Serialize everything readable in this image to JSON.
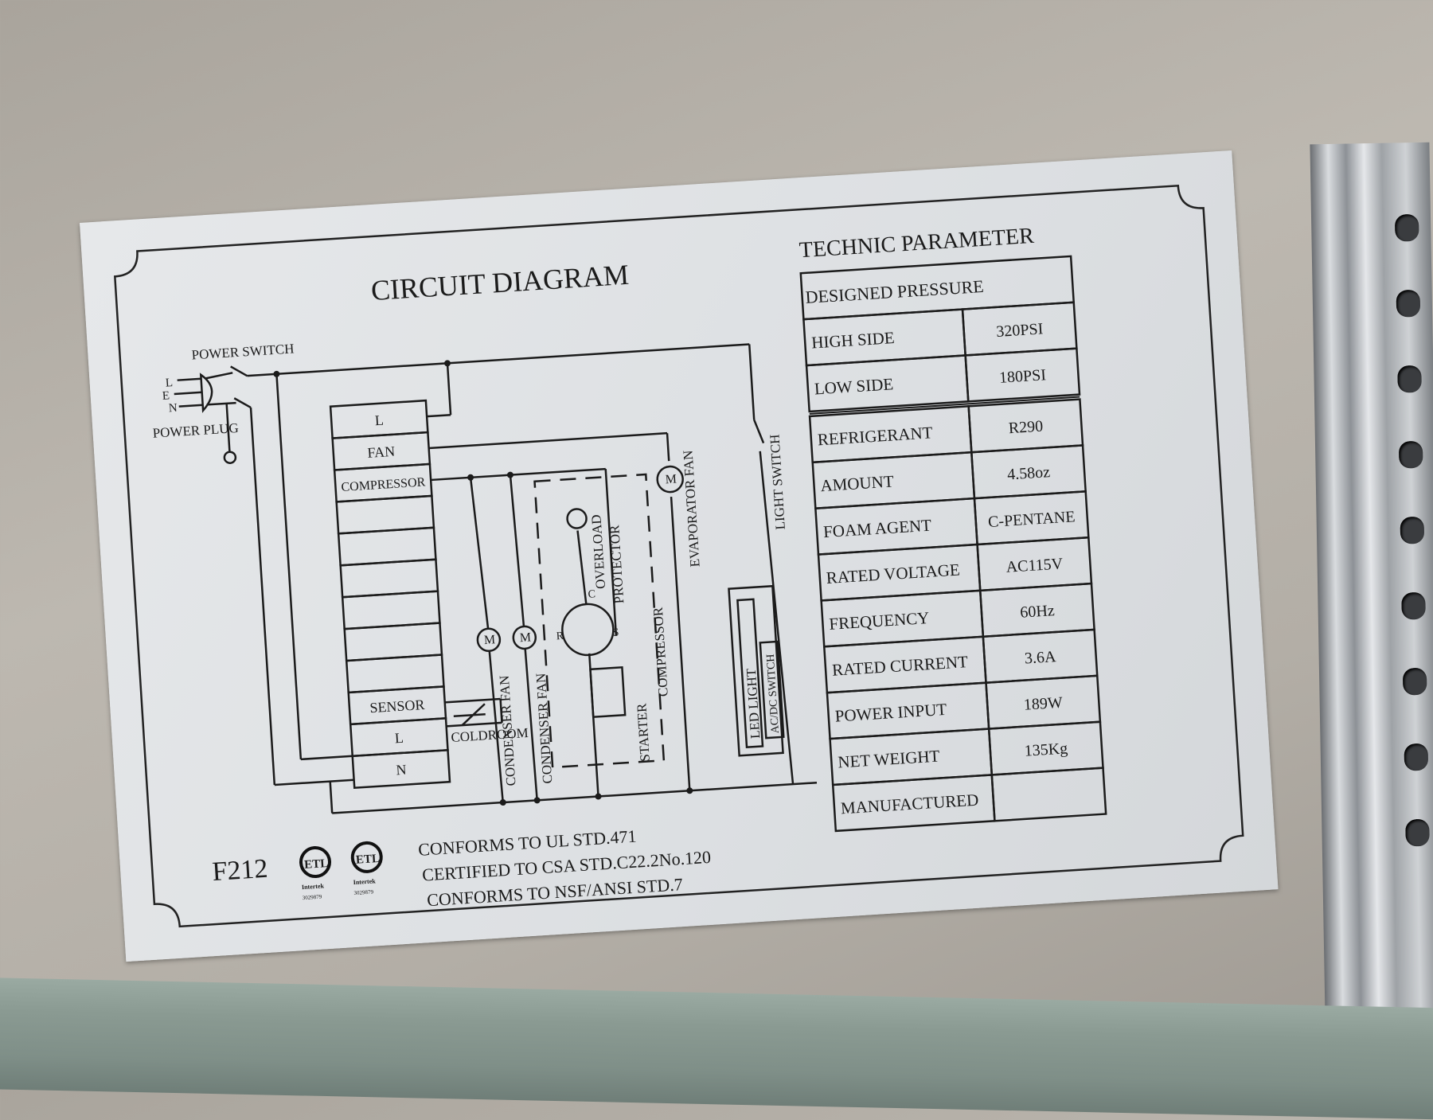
{
  "diagram": {
    "title": "CIRCUIT DIAGRAM",
    "power_switch": "POWER SWITCH",
    "power_plug": "POWER PLUG",
    "plug_pins": [
      "L",
      "E",
      "N"
    ],
    "terminals": [
      "L",
      "FAN",
      "COMPRESSOR",
      "",
      "",
      "",
      "",
      "",
      "",
      "SENSOR",
      "L",
      "N"
    ],
    "coldroom": "COLDROOM",
    "condenser_fan_1": "CONDENSER FAN",
    "condenser_fan_2": "CONDENSER FAN",
    "motor": "M",
    "overload_protector_1": "OVERLOAD",
    "overload_protector_2": "PROTECTOR",
    "compressor": "COMPRESSOR",
    "starter": "STARTER",
    "pin_c": "C",
    "pin_r": "R",
    "pin_s": "S",
    "evaporator_fan": "EVAPORATOR FAN",
    "light_switch": "LIGHT SWITCH",
    "led_light": "LED LIGHT",
    "acdc_switch": "AC/DC SWITCH"
  },
  "model": "F212",
  "certifications": {
    "logo_text": [
      "ETL",
      "Intertek",
      "3029879"
    ],
    "lines": [
      "CONFORMS TO UL STD.471",
      "CERTIFIED TO CSA STD.C22.2No.120",
      "CONFORMS TO NSF/ANSI STD.7"
    ]
  },
  "parameters": {
    "title": "TECHNIC PARAMETER",
    "designed_pressure": "DESIGNED PRESSURE",
    "pressure_rows": [
      {
        "label": "HIGH SIDE",
        "value": "320PSI"
      },
      {
        "label": "LOW SIDE",
        "value": "180PSI"
      }
    ],
    "rows": [
      {
        "label": "REFRIGERANT",
        "value": "R290"
      },
      {
        "label": "AMOUNT",
        "value": "4.58oz"
      },
      {
        "label": "FOAM AGENT",
        "value": "C-PENTANE"
      },
      {
        "label": "RATED VOLTAGE",
        "value": "AC115V"
      },
      {
        "label": "FREQUENCY",
        "value": "60Hz"
      },
      {
        "label": "RATED CURRENT",
        "value": "3.6A"
      },
      {
        "label": "POWER INPUT",
        "value": "189W"
      },
      {
        "label": "NET WEIGHT",
        "value": "135Kg"
      },
      {
        "label": "MANUFACTURED",
        "value": ""
      }
    ]
  }
}
